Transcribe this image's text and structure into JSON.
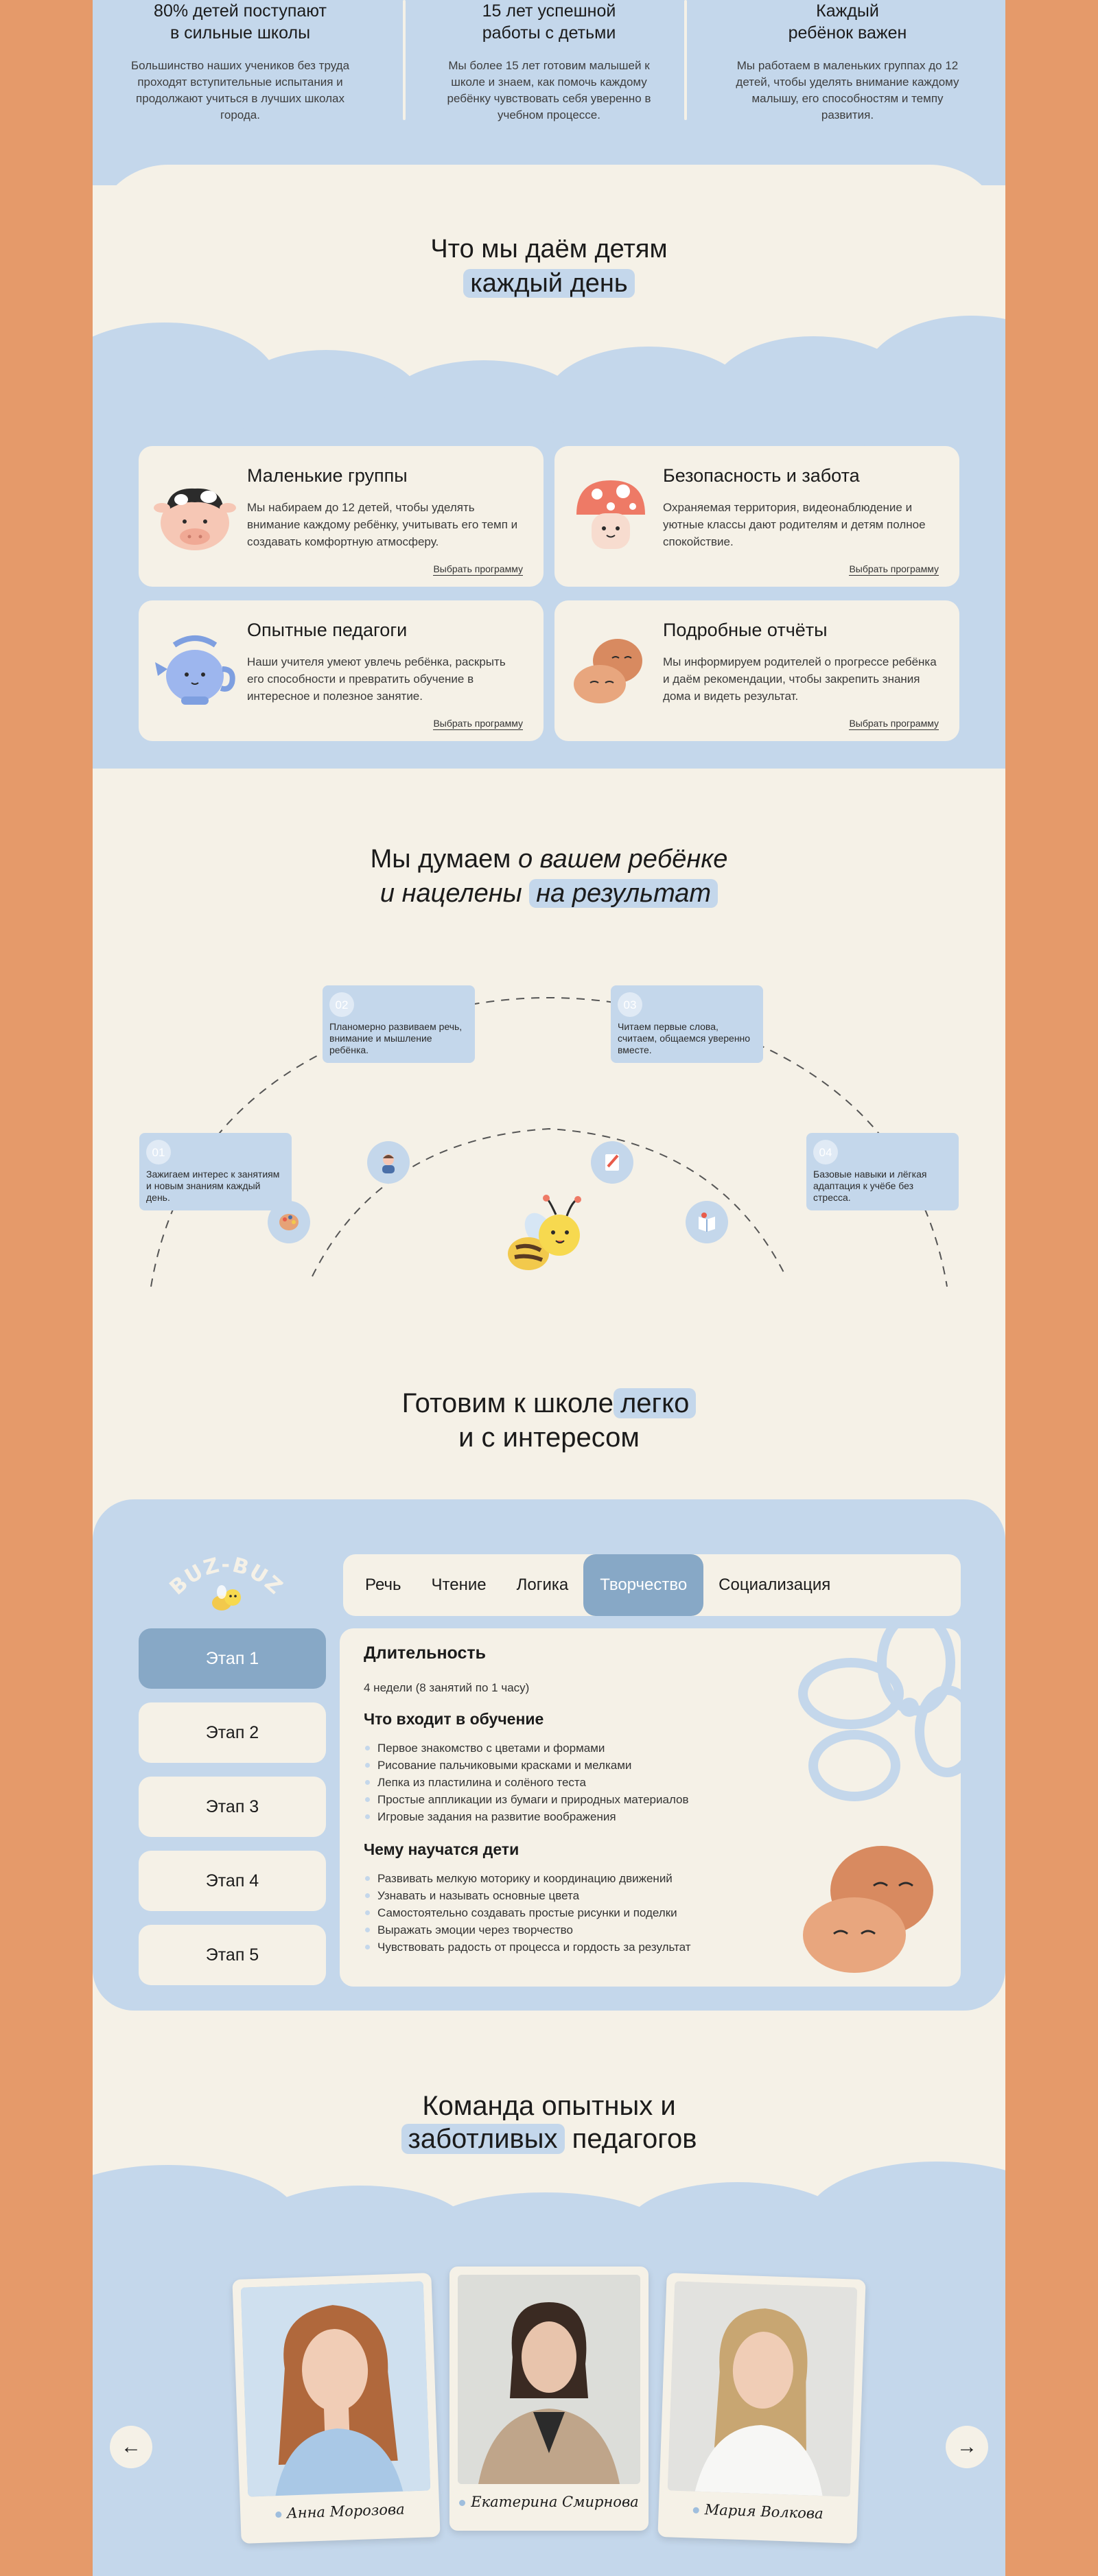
{
  "stats": [
    {
      "title_l1": "80% детей поступают",
      "title_l2": "в сильные школы",
      "desc": "Большинство наших учеников без труда проходят вступительные испытания и продолжают учиться в лучших школах города."
    },
    {
      "title_l1": "15 лет успешной",
      "title_l2": "работы с детьми",
      "desc": "Мы более 15 лет готовим малышей к школе и знаем, как помочь каждому ребёнку чувствовать себя уверенно в учебном процессе."
    },
    {
      "title_l1": "Каждый",
      "title_l2": "ребёнок важен",
      "desc": "Мы работаем в маленьких группах до 12 детей, чтобы уделять внимание каждому малышу, его способностям и темпу развития."
    }
  ],
  "give": {
    "title_l1": "Что мы даём детям",
    "title_l2": "каждый день",
    "cards": [
      {
        "title": "Маленькие группы",
        "desc": "Мы набираем до 12 детей, чтобы уделять внимание каждому ребёнку, учитывать его темп и создавать комфортную атмосферу.",
        "link": "Выбрать программу",
        "icon": "cow-icon"
      },
      {
        "title": "Безопасность и забота",
        "desc": "Охраняемая территория, видеонаблюдение и уютные классы дают родителям и детям полное спокойствие.",
        "link": "Выбрать программу",
        "icon": "mushroom-icon"
      },
      {
        "title": "Опытные педагоги",
        "desc": "Наши учителя умеют увлечь ребёнка, раскрыть его способности и превратить обучение в интересное и полезное занятие.",
        "link": "Выбрать программу",
        "icon": "teapot-icon"
      },
      {
        "title": "Подробные отчёты",
        "desc": "Мы информируем родителей о прогрессе ребёнка и даём рекомендации, чтобы закрепить знания дома и видеть результат.",
        "link": "Выбрать программу",
        "icon": "potatoes-icon"
      }
    ]
  },
  "results": {
    "title_l1_a": "Мы думаем",
    "title_l1_b": "о вашем ребёнке",
    "title_l2_a": "и нацелены",
    "title_l2_b": "на результат",
    "steps": [
      {
        "num": "01",
        "text": "Зажигаем интерес к занятиям и новым знаниям каждый день."
      },
      {
        "num": "02",
        "text": "Планомерно развиваем речь, внимание и мышление ребёнка."
      },
      {
        "num": "03",
        "text": "Читаем первые слова, считаем, общаемся уверенно вместе."
      },
      {
        "num": "04",
        "text": "Базовые навыки и лёгкая адаптация к учёбе без стресса."
      }
    ]
  },
  "prep": {
    "title_l1_a": "Готовим к школе",
    "title_l1_b": "легко",
    "title_l2": "и с интересом",
    "logo": "BUZ-BUZ",
    "tabs": [
      "Речь",
      "Чтение",
      "Логика",
      "Творчество",
      "Социализация"
    ],
    "active_tab": "Творчество",
    "stages": [
      "Этап 1",
      "Этап 2",
      "Этап 3",
      "Этап 4",
      "Этап 5"
    ],
    "duration_title": "Длительность",
    "duration": "4 недели (8 занятий по 1 часу)",
    "includes_title": "Что входит в обучение",
    "includes": [
      "Первое знакомство с цветами и формами",
      "Рисование пальчиковыми красками и мелками",
      "Лепка из пластилина и солёного теста",
      "Простые аппликации из бумаги и природных материалов",
      "Игровые задания на развитие воображения"
    ],
    "learn_title": "Чему научатся дети",
    "learn": [
      "Развивать мелкую моторику и координацию движений",
      "Узнавать и называть основные цвета",
      "Самостоятельно создавать простые рисунки и поделки",
      "Выражать эмоции через творчество",
      "Чувствовать радость от процесса и гордость за результат"
    ]
  },
  "team": {
    "title_l1": "Команда опытных и",
    "title_l2_a": "заботливых",
    "title_l2_b": "педагогов",
    "members": [
      {
        "name": "Анна Морозова"
      },
      {
        "name": "Екатерина Смирнова"
      },
      {
        "name": "Мария Волкова"
      }
    ],
    "prev": "←",
    "next": "→"
  },
  "colors": {
    "accent_blue": "#C4D7EB",
    "active_blue": "#87A8C6",
    "cream": "#F5F1E7",
    "frame_orange": "#E59A6A"
  }
}
